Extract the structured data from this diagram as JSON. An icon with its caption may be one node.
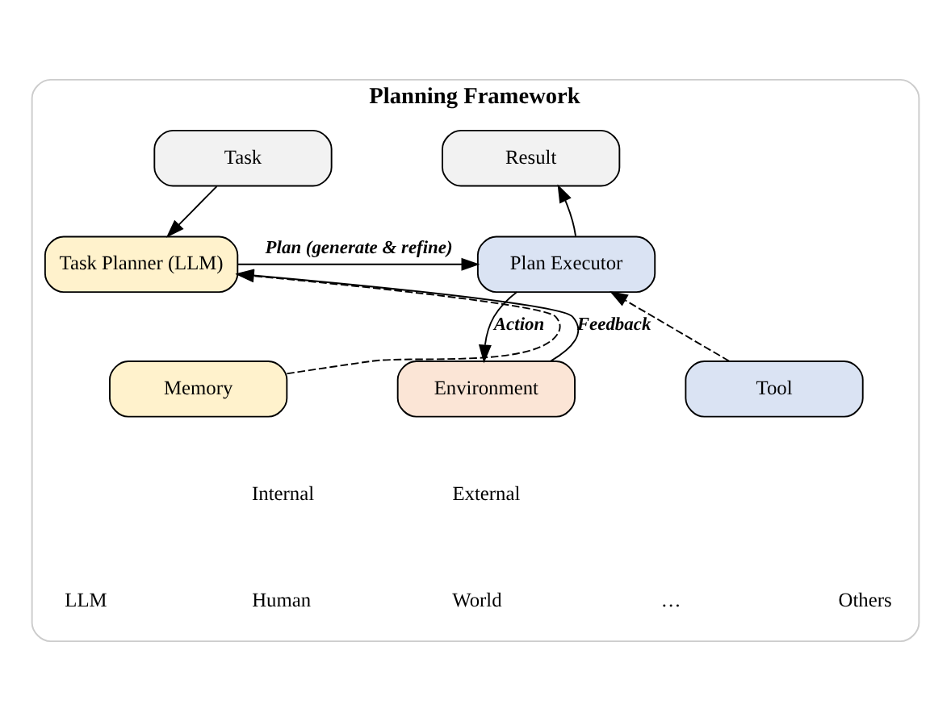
{
  "diagram": {
    "nodes": [
      {
        "text": [
          "Planning Framework"
        ]
      },
      {
        "text": [
          "Task"
        ],
        "in": 0
      },
      {
        "text": [
          "Result"
        ],
        "in": 0
      },
      {
        "text": [
          "Task Planner (LLM)"
        ],
        "in": 0
      },
      {
        "text": [
          "Plan Executor"
        ],
        "in": 0
      },
      {
        "text": [
          "Memory"
        ],
        "in": 0
      },
      {
        "text": [
          "Environment"
        ],
        "in": 0
      },
      {
        "text": [
          "Tool"
        ],
        "in": 0
      }
    ],
    "edges": [
      {
        "from": 1,
        "to": 3,
        "arrow": "to"
      },
      {
        "from": 4,
        "to": 2,
        "arrow": "to"
      },
      {
        "from": 3,
        "to": 4,
        "arrow": "to",
        "label": "Plan (generate & refine)"
      },
      {
        "from": 4,
        "to": 6,
        "arrow": "to",
        "label": "Action"
      },
      {
        "from": 6,
        "to": 3,
        "arrow": "to",
        "label": "Feedback"
      },
      {
        "from": 5,
        "to": 3,
        "arrow": "to",
        "style": "dashed"
      },
      {
        "from": 7,
        "to": 4,
        "arrow": "to",
        "style": "dashed"
      }
    ],
    "labels": [
      "Internal",
      "External",
      "LLM",
      "Human",
      "World",
      "…",
      "Others"
    ]
  }
}
